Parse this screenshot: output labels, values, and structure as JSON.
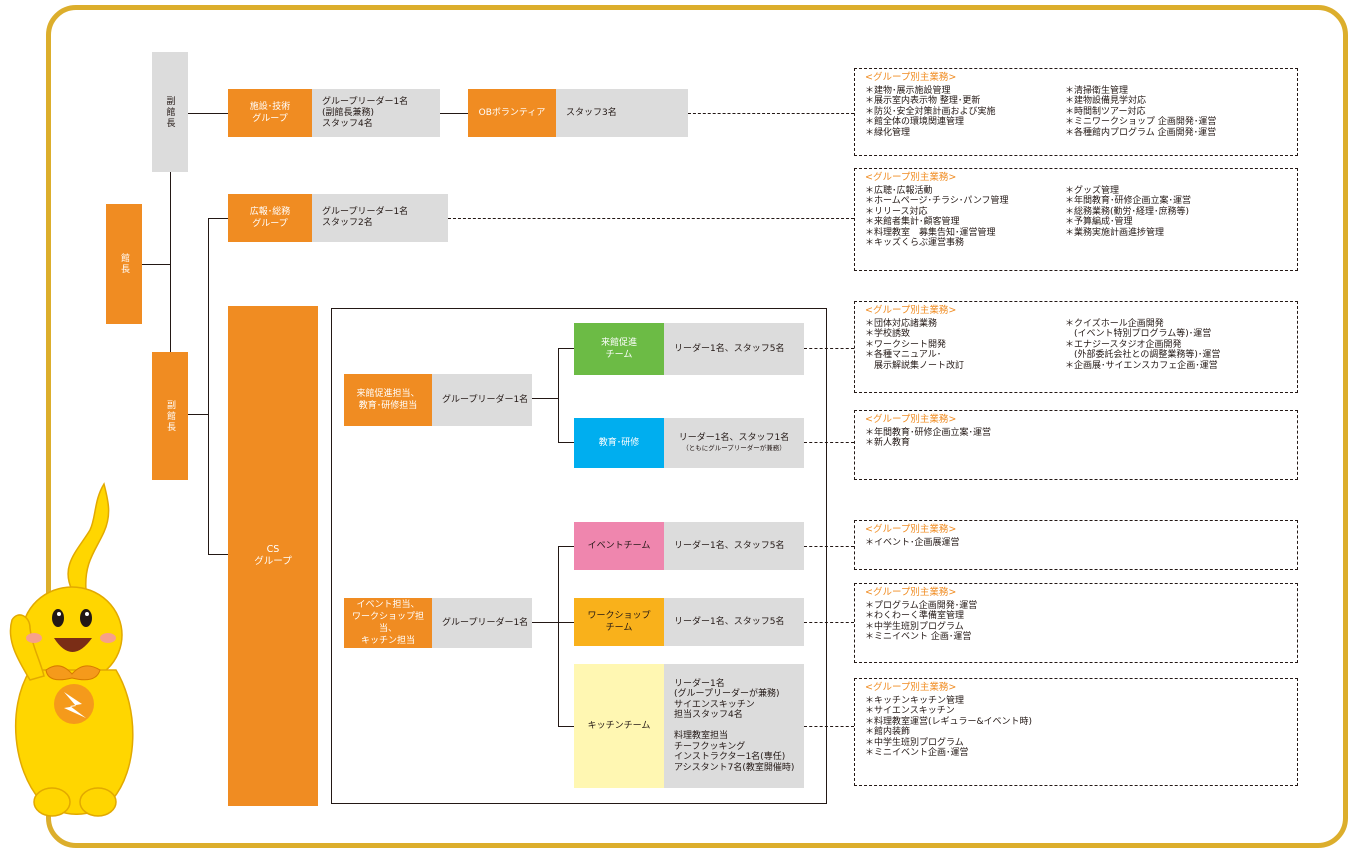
{
  "colors": {
    "accent": "#f08c22",
    "frame": "#dcae2c",
    "gray": "#dcdcdc",
    "green": "#6cbb45",
    "blue": "#00aeef",
    "pink": "#ef86ae",
    "yellow": "#f9b11b",
    "pale": "#fff7b2"
  },
  "director": "館長",
  "vice_director_top": "副館長",
  "vice_director_bottom": "副館長",
  "groups": {
    "facility": {
      "name": "施設･技術\nグループ",
      "members": "グループリーダー1名\n(副館長兼務)\nスタッフ4名"
    },
    "ob": {
      "name": "OBボランティア",
      "members": "スタッフ3名"
    },
    "pr": {
      "name": "広報･総務\nグループ",
      "members": "グループリーダー1名\nスタッフ2名"
    },
    "cs": {
      "name": "CS\nグループ"
    }
  },
  "cs_units": {
    "promo": {
      "name": "来館促進担当、\n教育･研修担当",
      "members": "グループリーダー1名"
    },
    "event": {
      "name": "イベント担当、\nワークショップ担当、\nキッチン担当",
      "members": "グループリーダー1名"
    }
  },
  "teams": {
    "visit": {
      "name": "来館促進\nチーム",
      "members": "リーダー1名、スタッフ5名"
    },
    "edu": {
      "name": "教育･研修",
      "members": "リーダー1名、スタッフ1名",
      "note": "（ともにグループリーダーが兼務）"
    },
    "event": {
      "name": "イベントチーム",
      "members": "リーダー1名、スタッフ5名"
    },
    "workshop": {
      "name": "ワークショップ\nチーム",
      "members": "リーダー1名、スタッフ5名"
    },
    "kitchen": {
      "name": "キッチンチーム",
      "members": "リーダー1名\n(グループリーダーが兼務)\nサイエンスキッチン\n担当スタッフ4名\n\n料理教室担当\nチーフクッキング\nインストラクター1名(専任)\nアシスタント7名(教室開催時)"
    }
  },
  "duties_title": "<グループ別主業務>",
  "duties": {
    "facility": {
      "col1": [
        "＊建物･展示施設管理",
        "＊展示室内表示物 整理･更新",
        "＊防災･安全対策計画および実施",
        "＊館全体の環境関連管理",
        "＊緑化管理"
      ],
      "col2": [
        "＊清掃衛生管理",
        "＊建物設備見学対応",
        "＊時間制ツアー対応",
        "＊ミニワークショップ 企画開発･運営",
        "＊各種館内プログラム 企画開発･運営"
      ]
    },
    "pr": {
      "col1": [
        "＊広聴･広報活動",
        "＊ホームページ･チラシ･パンフ管理",
        "＊リリース対応",
        "＊来館者集計･顧客管理",
        "＊料理教室　募集告知･運営管理",
        "＊キッズくらぶ運営事務"
      ],
      "col2": [
        "＊グッズ管理",
        "＊年間教育･研修企画立案･運営",
        "＊総務業務(勤労･経理･庶務等)",
        "＊予算編成･管理",
        "＊業務実施計画進捗管理"
      ]
    },
    "visit": {
      "col1": [
        "＊団体対応諸業務",
        "＊学校誘致",
        "＊ワークシート開発",
        "＊各種マニュアル･",
        "　展示解説集ノート改訂"
      ],
      "col2": [
        "＊クイズホール企画開発",
        "　(イベント特別プログラム等)･運営",
        "＊エナジースタジオ企画開発",
        "　(外部委託会社との調整業務等)･運営",
        "＊企画展･サイエンスカフェ企画･運営"
      ]
    },
    "edu": {
      "col1": [
        "＊年間教育･研修企画立案･運営",
        "＊新人教育"
      ]
    },
    "event": {
      "col1": [
        "＊イベント･企画展運営"
      ]
    },
    "workshop": {
      "col1": [
        "＊プログラム企画開発･運営",
        "＊わくわーく準備室管理",
        "＊中学生班別プログラム",
        "＊ミニイベント 企画･運営"
      ]
    },
    "kitchen": {
      "col1": [
        "＊キッチンキッチン管理",
        "＊サイエンスキッチン",
        "＊料理教室運営(レギュラー&イベント時)",
        "＊館内装飾",
        "＊中学生班別プログラム",
        "＊ミニイベント企画･運営"
      ]
    }
  }
}
